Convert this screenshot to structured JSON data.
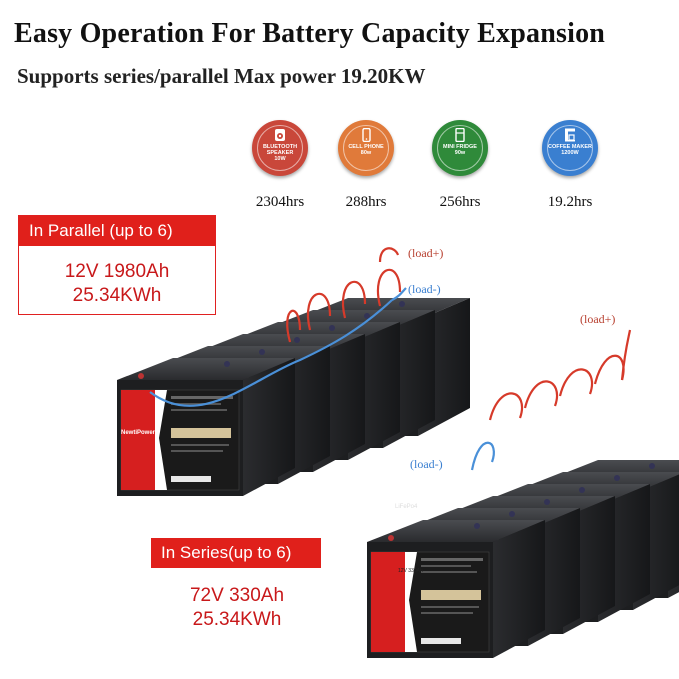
{
  "title": "Easy Operation For Battery Capacity Expansion",
  "subtitle": "Supports series/parallel Max power 19.20KW",
  "devices": [
    {
      "name": "BLUETOOTH SPEAKER",
      "power": "10W",
      "hours": "2304hrs",
      "color": "#c9473a",
      "icon": "speaker-icon"
    },
    {
      "name": "CELL PHONE",
      "power": "80w",
      "hours": "288hrs",
      "color": "#e07a3a",
      "icon": "phone-icon"
    },
    {
      "name": "MINI FRIDGE",
      "power": "90w",
      "hours": "256hrs",
      "color": "#2f8a3a",
      "icon": "fridge-icon"
    },
    {
      "name": "COFFEE MAKER",
      "power": "1200W",
      "hours": "19.2hrs",
      "color": "#3a7fd0",
      "icon": "coffee-maker-icon"
    }
  ],
  "parallel": {
    "heading": "In Parallel (up to 6)",
    "voltage_capacity": "12V 1980Ah",
    "energy": "25.34KWh"
  },
  "series": {
    "heading": "In Series(up to 6)",
    "voltage_capacity": "72V 330Ah",
    "energy": "25.34KWh"
  },
  "load_labels": {
    "parallel_pos": "(load+)",
    "parallel_neg": "(load-)",
    "series_pos": "(load+)",
    "series_neg": "(load-)"
  },
  "battery": {
    "brand": "NewtiPower",
    "model": "LiFePo4",
    "rating": "12V 330Ah"
  },
  "colors": {
    "accent_red": "#e0201b",
    "wire_red": "#d63a2a",
    "wire_blue": "#4a90d8"
  }
}
